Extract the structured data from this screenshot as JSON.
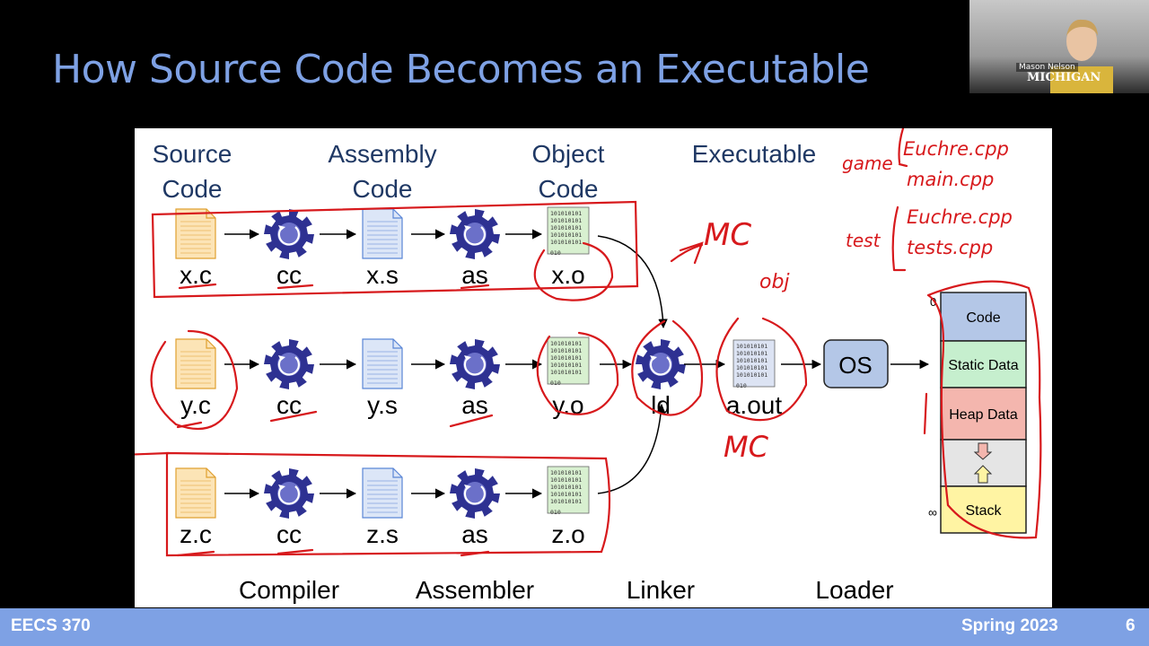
{
  "slide": {
    "title": "How Source Code Becomes an Executable",
    "course": "EECS 370",
    "term": "Spring 2023",
    "page_number": "6"
  },
  "participant": {
    "name": "Mason Nelson",
    "logo_text": "MICHIGAN"
  },
  "diagram": {
    "column_headers": {
      "source": [
        "Source",
        "Code"
      ],
      "assembly": [
        "Assembly",
        "Code"
      ],
      "object": [
        "Object",
        "Code"
      ],
      "executable": "Executable"
    },
    "rows": [
      {
        "source": "x.c",
        "compiler": "cc",
        "assembly": "x.s",
        "assembler": "as",
        "object": "x.o"
      },
      {
        "source": "y.c",
        "compiler": "cc",
        "assembly": "y.s",
        "assembler": "as",
        "object": "y.o"
      },
      {
        "source": "z.c",
        "compiler": "cc",
        "assembly": "z.s",
        "assembler": "as",
        "object": "z.o"
      }
    ],
    "linker_label": "ld",
    "executable_label": "a.out",
    "os_label": "OS",
    "binary_text": "101010101",
    "binary_tail": "010",
    "stage_labels": {
      "compiler": "Compiler",
      "assembler": "Assembler",
      "linker": "Linker",
      "loader": "Loader"
    },
    "memory": {
      "top_marker": "0",
      "bottom_marker": "∞",
      "segments": [
        {
          "label": "Code",
          "color": "#b4c7e7"
        },
        {
          "label": "Static Data",
          "color": "#c6efce"
        },
        {
          "label": "Heap Data",
          "color": "#f4b6ae"
        },
        {
          "label": "",
          "color": "#e5e5e5"
        },
        {
          "label": "Stack",
          "color": "#fff4a3"
        }
      ]
    }
  },
  "annotations": {
    "mc_top": "MC",
    "obj": "obj",
    "mc_bottom": "MC",
    "game_label": "game",
    "game_files": [
      "Euchre.cpp",
      "main.cpp"
    ],
    "test_label": "test",
    "test_files": [
      "Euchre.cpp",
      "tests.cpp"
    ]
  },
  "colors": {
    "title": "#7ea1e4",
    "header_text": "#1f3864",
    "annotation_red": "#d7191c",
    "gear": "#2e3192",
    "source_file": "#fce4b6",
    "assembly_file": "#dce6f7",
    "object_file": "#d8f0d0"
  }
}
